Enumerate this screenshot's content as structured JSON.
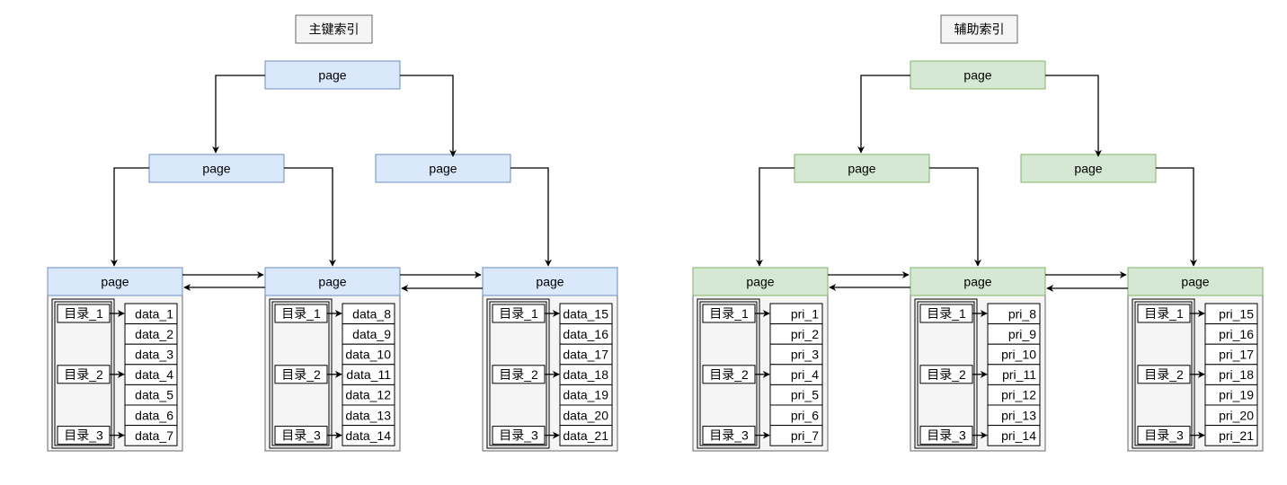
{
  "colors": {
    "blue_fill": "#dae8fc",
    "blue_stroke": "#6c8ebf",
    "green_fill": "#d5e8d4",
    "green_stroke": "#82b366",
    "block_fill": "#f5f5f5",
    "block_stroke": "#666666",
    "title_fill": "#f5f5f5",
    "title_stroke": "#666666"
  },
  "primary": {
    "title": "主键索引",
    "root": "page",
    "mid": [
      "page",
      "page"
    ],
    "leaves": [
      {
        "header": "page",
        "dirs": [
          "目录_1",
          "目录_2",
          "目录_3"
        ],
        "cells": [
          "data_1",
          "data_2",
          "data_3",
          "data_4",
          "data_5",
          "data_6",
          "data_7"
        ]
      },
      {
        "header": "page",
        "dirs": [
          "目录_1",
          "目录_2",
          "目录_3"
        ],
        "cells": [
          "data_8",
          "data_9",
          "data_10",
          "data_11",
          "data_12",
          "data_13",
          "data_14"
        ]
      },
      {
        "header": "page",
        "dirs": [
          "目录_1",
          "目录_2",
          "目录_3"
        ],
        "cells": [
          "data_15",
          "data_16",
          "data_17",
          "data_18",
          "data_19",
          "data_20",
          "data_21"
        ]
      }
    ]
  },
  "secondary": {
    "title": "辅助索引",
    "root": "page",
    "mid": [
      "page",
      "page"
    ],
    "leaves": [
      {
        "header": "page",
        "dirs": [
          "目录_1",
          "目录_2",
          "目录_3"
        ],
        "cells": [
          "pri_1",
          "pri_2",
          "pri_3",
          "pri_4",
          "pri_5",
          "pri_6",
          "pri_7"
        ]
      },
      {
        "header": "page",
        "dirs": [
          "目录_1",
          "目录_2",
          "目录_3"
        ],
        "cells": [
          "pri_8",
          "pri_9",
          "pri_10",
          "pri_11",
          "pri_12",
          "pri_13",
          "pri_14"
        ]
      },
      {
        "header": "page",
        "dirs": [
          "目录_1",
          "目录_2",
          "目录_3"
        ],
        "cells": [
          "pri_15",
          "pri_16",
          "pri_17",
          "pri_18",
          "pri_19",
          "pri_20",
          "pri_21"
        ]
      }
    ]
  }
}
